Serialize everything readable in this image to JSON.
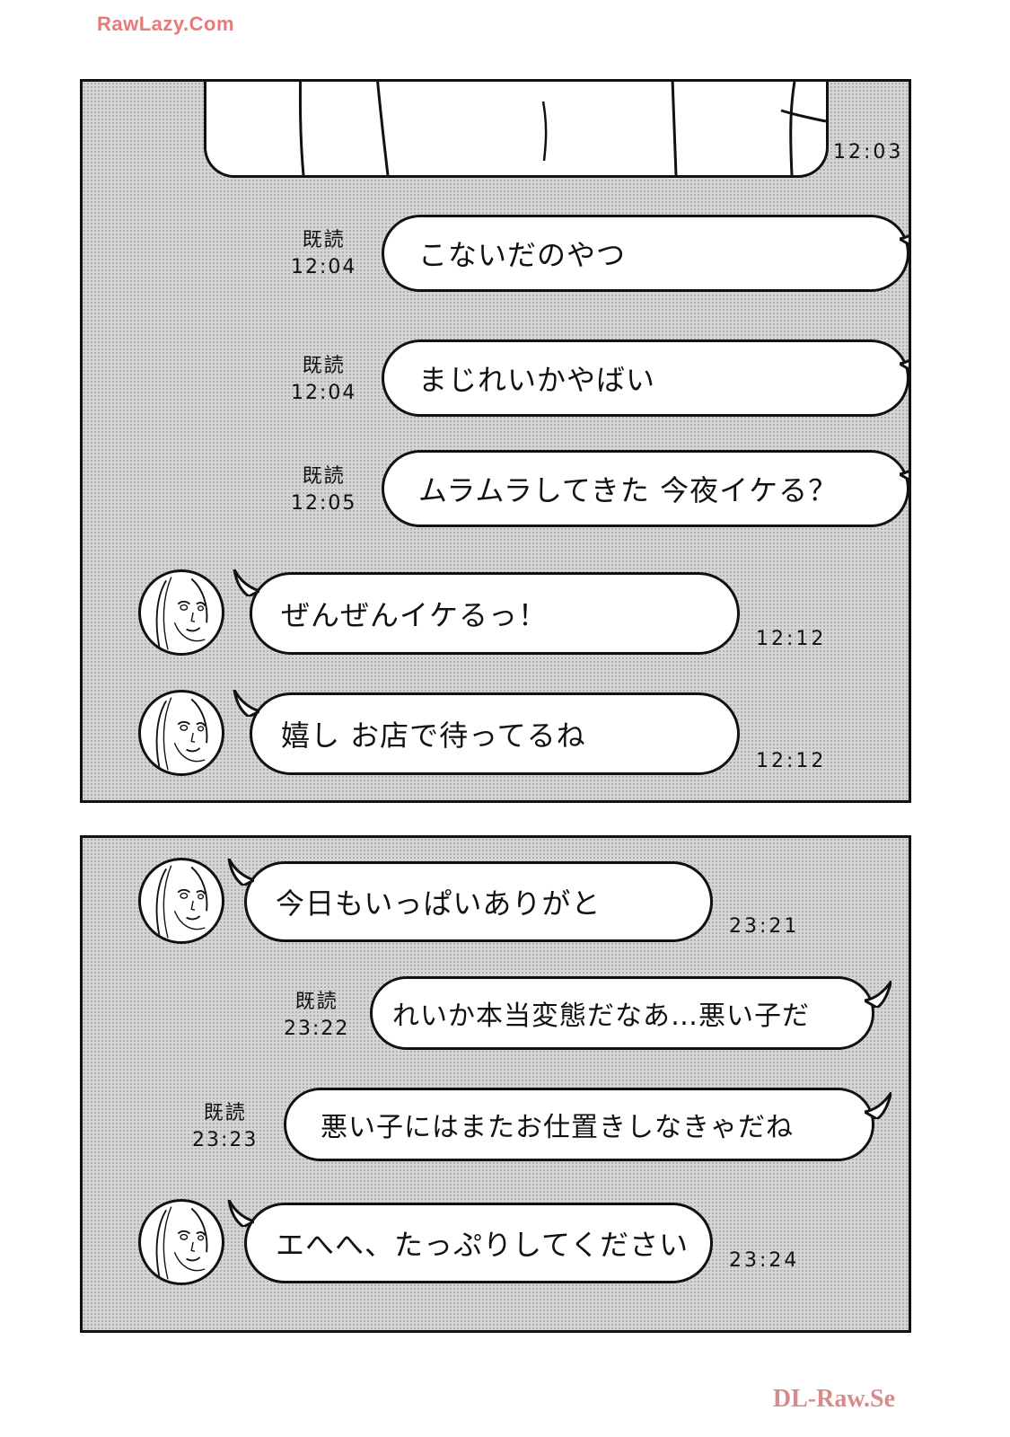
{
  "watermarks": {
    "top": "RawLazy.Com",
    "bottom": "DL-Raw.Se",
    "top_color": "#e87a7a",
    "bottom_color": "#d98b8b"
  },
  "chat_panel_1": {
    "image_message_time": "12:03",
    "messages": [
      {
        "direction": "outgoing",
        "status": "既読",
        "time": "12:04",
        "text": "こないだのやつ"
      },
      {
        "direction": "outgoing",
        "status": "既読",
        "time": "12:04",
        "text": "まじれいかやばい"
      },
      {
        "direction": "outgoing",
        "status": "既読",
        "time": "12:05",
        "text": "ムラムラしてきた 今夜イケる？"
      },
      {
        "direction": "incoming",
        "avatar": "woman-avatar-icon",
        "time": "12:12",
        "text": "ぜんぜんイケるっ！"
      },
      {
        "direction": "incoming",
        "avatar": "woman-avatar-icon",
        "time": "12:12",
        "text": "嬉し お店で待ってるね"
      }
    ]
  },
  "chat_panel_2": {
    "messages": [
      {
        "direction": "incoming",
        "avatar": "woman-avatar-icon",
        "time": "23:21",
        "text": "今日もいっぱいありがと"
      },
      {
        "direction": "outgoing",
        "status": "既読",
        "time": "23:22",
        "text": "れいか本当変態だなあ…悪い子だ"
      },
      {
        "direction": "outgoing",
        "status": "既読",
        "time": "23:23",
        "text": "悪い子にはまたお仕置きしなきゃだね"
      },
      {
        "direction": "incoming",
        "avatar": "woman-avatar-icon",
        "time": "23:24",
        "text": "エへへ、たっぷりしてください"
      }
    ]
  }
}
